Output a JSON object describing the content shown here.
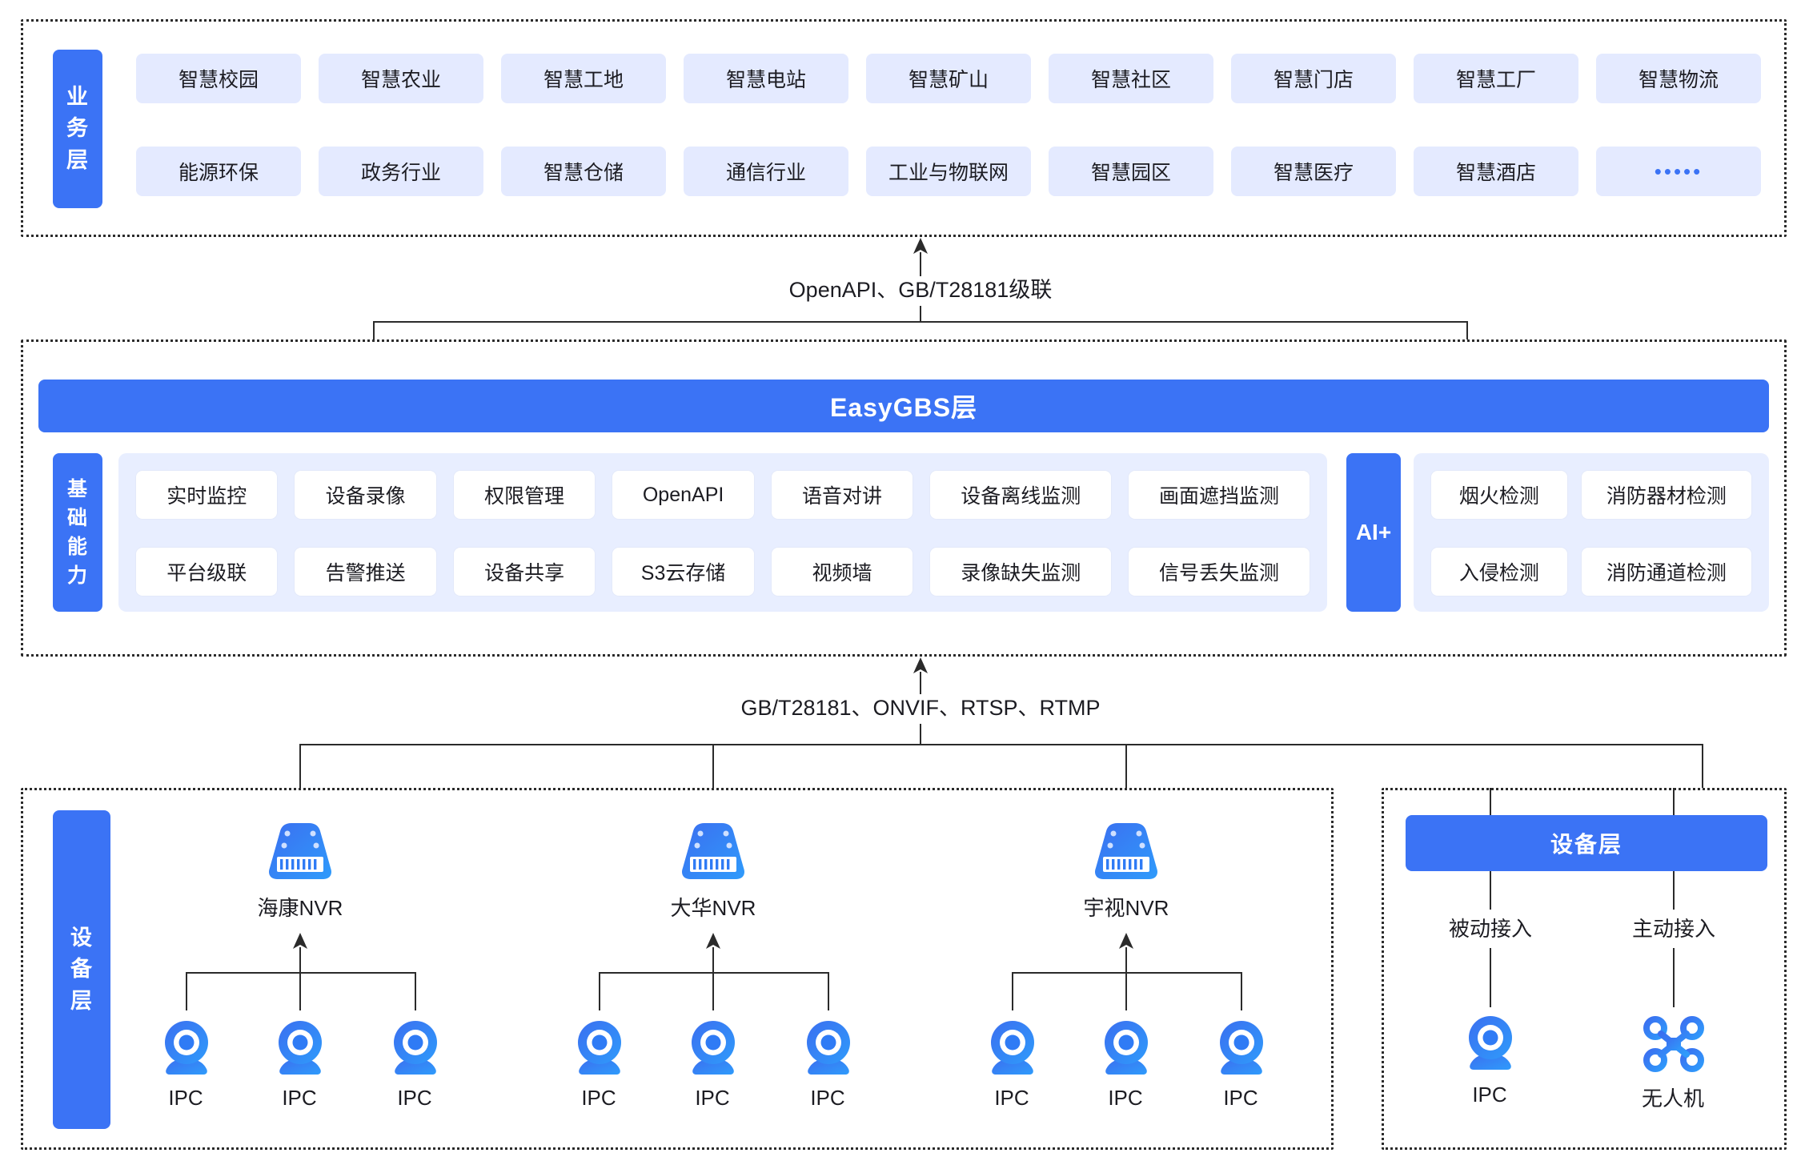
{
  "business_layer": {
    "label_chars": [
      "业",
      "务",
      "层"
    ],
    "row1": [
      "智慧校园",
      "智慧农业",
      "智慧工地",
      "智慧电站",
      "智慧矿山",
      "智慧社区",
      "智慧门店",
      "智慧工厂",
      "智慧物流"
    ],
    "row2": [
      "能源环保",
      "政务行业",
      "智慧仓储",
      "通信行业",
      "工业与物联网",
      "智慧园区",
      "智慧医疗",
      "智慧酒店",
      "•••••"
    ]
  },
  "connector_top": "OpenAPI、GB/T28181级联",
  "connector_bottom": "GB/T28181、ONVIF、RTSP、RTMP",
  "platform_layer": {
    "title": "EasyGBS层",
    "capability_label_chars": [
      "基",
      "础",
      "能",
      "力"
    ],
    "capabilities_row1": [
      "实时监控",
      "设备录像",
      "权限管理",
      "OpenAPI",
      "语音对讲",
      "设备离线监测",
      "画面遮挡监测"
    ],
    "capabilities_row2": [
      "平台级联",
      "告警推送",
      "设备共享",
      "S3云存储",
      "视频墙",
      "录像缺失监测",
      "信号丢失监测"
    ],
    "ai_label": "AI+",
    "ai_row1": [
      "烟火检测",
      "消防器材检测"
    ],
    "ai_row2": [
      "入侵检测",
      "消防通道检测"
    ]
  },
  "device_layer_left": {
    "label_chars": [
      "设",
      "备",
      "层"
    ],
    "nvrs": [
      {
        "name": "海康NVR",
        "cameras": [
          "IPC",
          "IPC",
          "IPC"
        ]
      },
      {
        "name": "大华NVR",
        "cameras": [
          "IPC",
          "IPC",
          "IPC"
        ]
      },
      {
        "name": "宇视NVR",
        "cameras": [
          "IPC",
          "IPC",
          "IPC"
        ]
      }
    ]
  },
  "device_layer_right": {
    "title": "设备层",
    "branches": [
      {
        "mode": "被动接入",
        "device": "IPC",
        "icon": "camera-icon"
      },
      {
        "mode": "主动接入",
        "device": "无人机",
        "icon": "drone-icon"
      }
    ]
  },
  "colors": {
    "brand_blue": "#3b73f5",
    "chip_blue": "#e4eaff",
    "panel_blue": "#e8eeff",
    "line": "#2b2b2b"
  }
}
